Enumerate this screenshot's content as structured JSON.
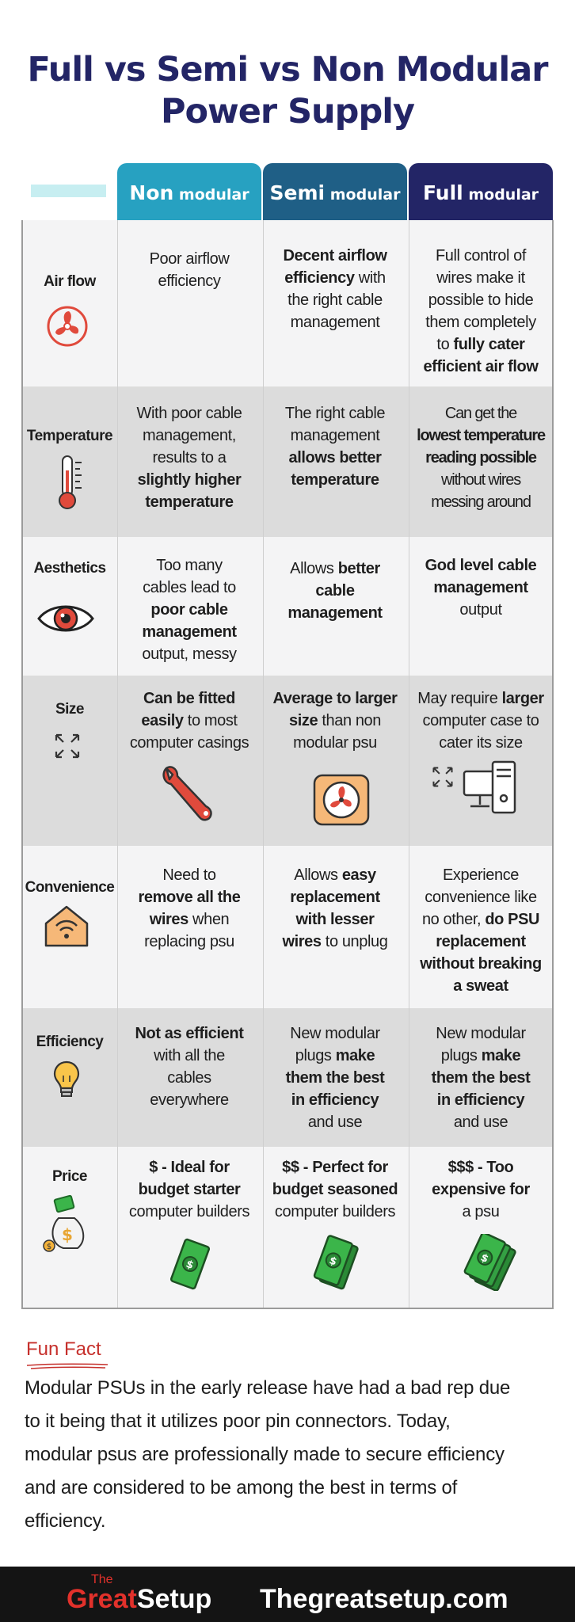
{
  "title": {
    "line1": "Full vs Semi vs Non Modular",
    "line2": "Power Supply"
  },
  "columns": [
    {
      "first": "Non",
      "rest": " modular",
      "color": "#27a1c1"
    },
    {
      "first": "Semi",
      "rest": " modular",
      "color": "#1f5f86"
    },
    {
      "first": "Full",
      "rest": " modular",
      "color": "#232566"
    }
  ],
  "rows": [
    {
      "label": "Air flow",
      "icon": "fan-icon",
      "cells": [
        [
          "Poor airflow",
          "efficiency"
        ],
        [
          "Decent airflow",
          "efficiency with",
          "the right cable",
          "management"
        ],
        [
          "Full control of",
          "wires make it",
          "possible to hide",
          "them completely",
          "to fully cater",
          "efficient air flow"
        ]
      ]
    },
    {
      "label": "Temperature",
      "icon": "thermometer-icon",
      "cells": [
        [
          "With poor cable",
          "management,",
          "results to a",
          "slightly higher",
          "temperature"
        ],
        [
          "The right cable",
          "management",
          "allows better",
          "temperature"
        ],
        [
          "Can get the",
          "lowest temperature",
          "reading possible",
          "without wires",
          "messing around"
        ]
      ]
    },
    {
      "label": "Aesthetics",
      "icon": "eye-icon",
      "cells": [
        [
          "Too many",
          "cables lead to",
          "poor cable",
          "management",
          "output, messy"
        ],
        [
          "Allows better",
          "cable",
          "management"
        ],
        [
          "God level cable",
          "management",
          "output"
        ]
      ]
    },
    {
      "label": "Size",
      "icon": "resize-icon",
      "cells": [
        [
          "Can be fitted",
          "easily to most",
          "computer casings"
        ],
        [
          "Average to larger",
          "size than non",
          "modular psu"
        ],
        [
          "May require larger",
          "computer case to",
          "cater its size"
        ]
      ]
    },
    {
      "label": "Convenience",
      "icon": "smart-home-icon",
      "cells": [
        [
          "Need to",
          "remove all the",
          "wires when",
          "replacing psu"
        ],
        [
          "Allows easy",
          "replacement",
          "with lesser",
          "wires to unplug"
        ],
        [
          "Experience",
          "convenience like",
          "no other, do PSU",
          "replacement",
          "without breaking",
          "a sweat"
        ]
      ]
    },
    {
      "label": "Efficiency",
      "icon": "lightbulb-icon",
      "cells": [
        [
          "Not as efficient",
          "with all the",
          "cables",
          "everywhere"
        ],
        [
          "New modular",
          "plugs make",
          "them the best",
          "in efficiency",
          "and use"
        ],
        [
          "New modular",
          "plugs make",
          "them the best",
          "in efficiency",
          "and use"
        ]
      ]
    },
    {
      "label": "Price",
      "icon": "money-bag-icon",
      "cells": [
        [
          "$ - Ideal for",
          "budget starter",
          "computer builders"
        ],
        [
          "$$ - Perfect for",
          "budget seasoned",
          "computer builders"
        ],
        [
          "$$$ - Too",
          "expensive for",
          "a psu"
        ]
      ]
    }
  ],
  "fun_fact": {
    "title": "Fun Fact",
    "lines": [
      "Modular PSUs in the early release have had a bad rep due",
      "to it being that it utilizes poor pin connectors. Today,",
      "modular psus are professionally made to secure efficiency",
      "and are considered to be among the best in terms of",
      "efficiency."
    ]
  },
  "footer": {
    "logo_the": "The",
    "logo_great": "Great",
    "logo_setup": "Setup",
    "site": "Thegreatsetup.com"
  }
}
